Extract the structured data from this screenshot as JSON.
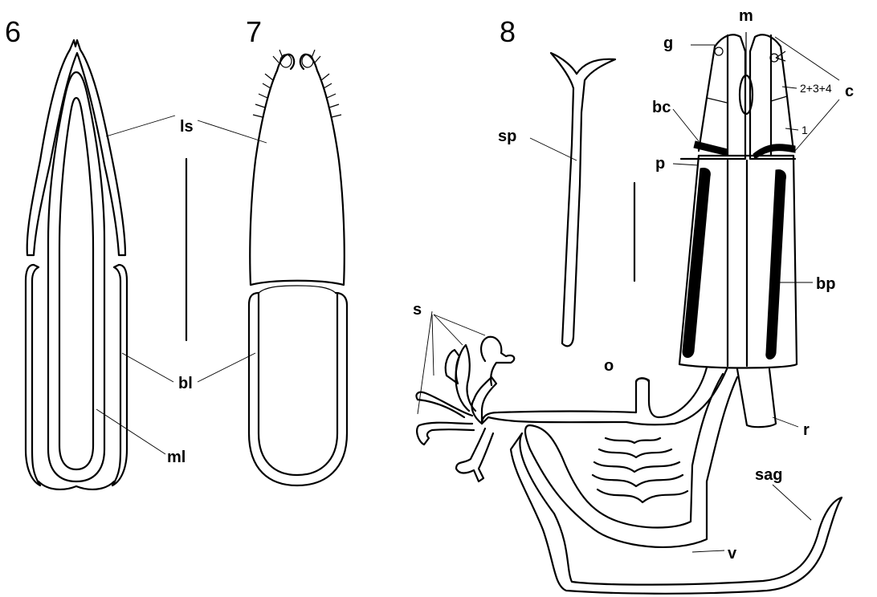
{
  "panels": [
    {
      "number": "6"
    },
    {
      "number": "7"
    },
    {
      "number": "8"
    }
  ],
  "labels": {
    "ls": "ls",
    "bl": "bl",
    "ml": "ml",
    "sp": "sp",
    "s": "s",
    "o": "o",
    "v": "v",
    "sag": "sag",
    "r": "r",
    "g": "g",
    "m": "m",
    "c": "c",
    "bc": "bc",
    "p": "p",
    "bp": "bp",
    "segments_234": "2+3+4",
    "segment_1": "1"
  },
  "colors": {
    "ink": "#000000",
    "background": "#ffffff"
  }
}
